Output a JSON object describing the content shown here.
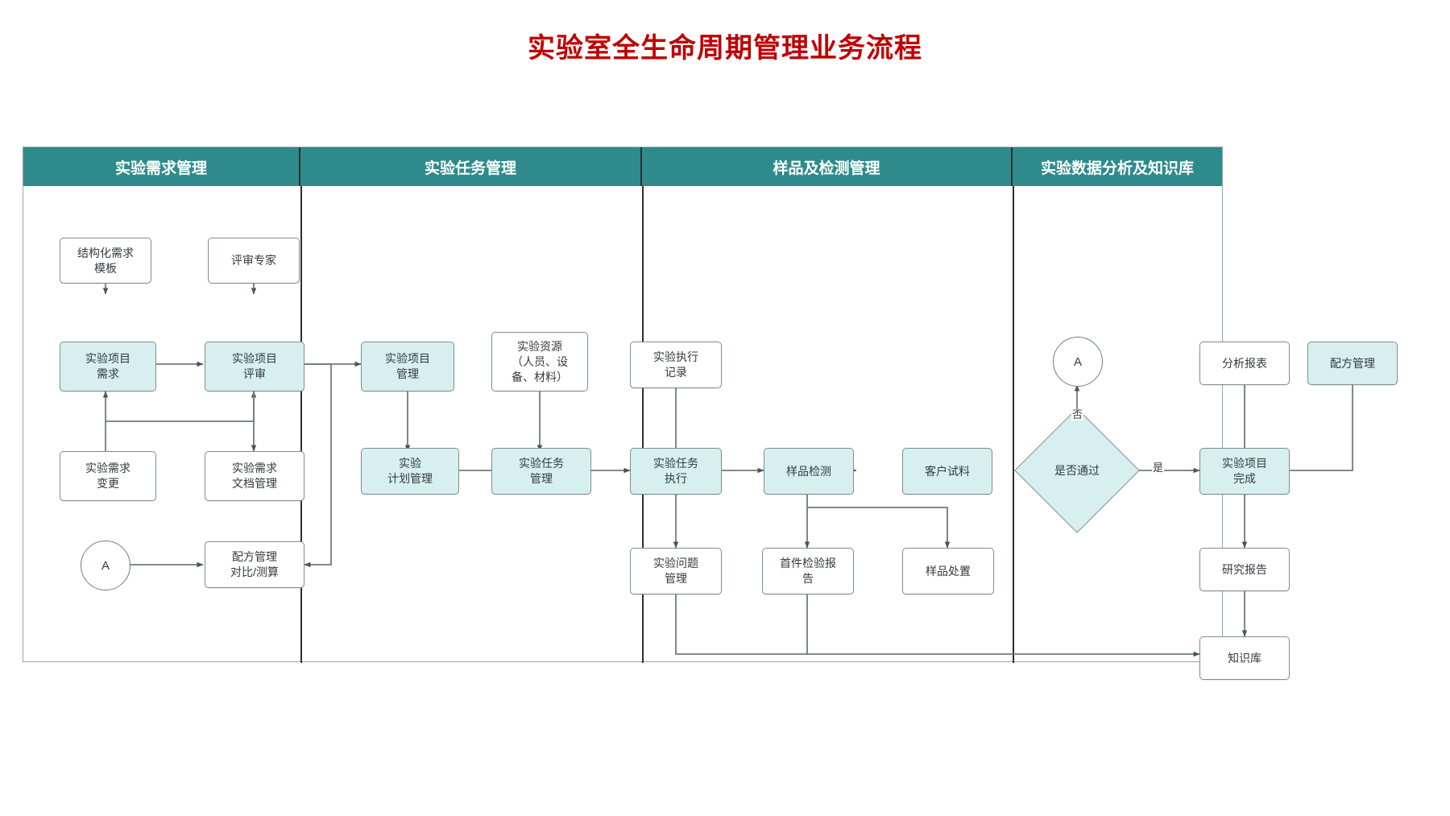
{
  "title": "实验室全生命周期管理业务流程",
  "theme": {
    "header_bg": "#2f8b8b",
    "header_text": "#ffffff",
    "title_color": "#c00000",
    "node_fill_highlight": "#d7f0ef",
    "node_fill_plain": "#ffffff",
    "node_border": "#7f8c93",
    "connector": "#6f7b82"
  },
  "lanes": [
    {
      "id": "lane1",
      "title": "实验需求管理"
    },
    {
      "id": "lane2",
      "title": "实验任务管理"
    },
    {
      "id": "lane3",
      "title": "样品及检测管理"
    },
    {
      "id": "lane4",
      "title": "实验数据分析及知识库"
    }
  ],
  "chart_data": {
    "type": "flowchart",
    "title": "实验室全生命周期管理业务流程",
    "lanes": [
      "实验需求管理",
      "实验任务管理",
      "样品及检测管理",
      "实验数据分析及知识库"
    ],
    "nodes": [
      {
        "id": "n1",
        "lane": "实验需求管理",
        "label": "结构化需求模板",
        "shape": "box",
        "style": "plain"
      },
      {
        "id": "n2",
        "lane": "实验需求管理",
        "label": "评审专家",
        "shape": "box",
        "style": "plain"
      },
      {
        "id": "n3",
        "lane": "实验需求管理",
        "label": "实验项目需求",
        "shape": "box",
        "style": "highlight"
      },
      {
        "id": "n4",
        "lane": "实验需求管理",
        "label": "实验项目评审",
        "shape": "box",
        "style": "highlight"
      },
      {
        "id": "n5",
        "lane": "实验需求管理",
        "label": "实验需求变更",
        "shape": "box",
        "style": "plain"
      },
      {
        "id": "n6",
        "lane": "实验需求管理",
        "label": "实验需求文档管理",
        "shape": "box",
        "style": "plain"
      },
      {
        "id": "n7",
        "lane": "实验需求管理",
        "label": "A",
        "shape": "circle",
        "style": "plain"
      },
      {
        "id": "n8",
        "lane": "实验需求管理",
        "label": "配方管理对比/测算",
        "shape": "box",
        "style": "plain"
      },
      {
        "id": "n9",
        "lane": "实验任务管理",
        "label": "实验项目管理",
        "shape": "box",
        "style": "highlight"
      },
      {
        "id": "n10",
        "lane": "实验任务管理",
        "label": "实验资源（人员、设备、材料）",
        "shape": "box",
        "style": "plain"
      },
      {
        "id": "n11",
        "lane": "实验任务管理",
        "label": "实验执行记录",
        "shape": "box",
        "style": "plain"
      },
      {
        "id": "n12",
        "lane": "实验任务管理",
        "label": "实验计划管理",
        "shape": "box",
        "style": "highlight"
      },
      {
        "id": "n13",
        "lane": "实验任务管理",
        "label": "实验任务管理",
        "shape": "box",
        "style": "highlight"
      },
      {
        "id": "n14",
        "lane": "实验任务管理",
        "label": "实验任务执行",
        "shape": "box",
        "style": "highlight"
      },
      {
        "id": "n15",
        "lane": "实验任务管理",
        "label": "实验问题管理",
        "shape": "box",
        "style": "plain"
      },
      {
        "id": "n16",
        "lane": "样品及检测管理",
        "label": "样品检测",
        "shape": "box",
        "style": "highlight"
      },
      {
        "id": "n17",
        "lane": "样品及检测管理",
        "label": "客户试料",
        "shape": "box",
        "style": "highlight"
      },
      {
        "id": "n18",
        "lane": "样品及检测管理",
        "label": "是否通过",
        "shape": "diamond",
        "style": "highlight"
      },
      {
        "id": "n19",
        "lane": "样品及检测管理",
        "label": "A",
        "shape": "circle",
        "style": "plain"
      },
      {
        "id": "n20",
        "lane": "样品及检测管理",
        "label": "首件检验报告",
        "shape": "box",
        "style": "plain"
      },
      {
        "id": "n21",
        "lane": "样品及检测管理",
        "label": "样品处置",
        "shape": "box",
        "style": "plain"
      },
      {
        "id": "n22",
        "lane": "实验数据分析及知识库",
        "label": "分析报表",
        "shape": "box",
        "style": "plain"
      },
      {
        "id": "n23",
        "lane": "实验数据分析及知识库",
        "label": "配方管理",
        "shape": "box",
        "style": "highlight"
      },
      {
        "id": "n24",
        "lane": "实验数据分析及知识库",
        "label": "实验项目完成",
        "shape": "box",
        "style": "highlight"
      },
      {
        "id": "n25",
        "lane": "实验数据分析及知识库",
        "label": "研究报告",
        "shape": "box",
        "style": "plain"
      },
      {
        "id": "n26",
        "lane": "实验数据分析及知识库",
        "label": "知识库",
        "shape": "box",
        "style": "plain"
      }
    ],
    "edges": [
      {
        "from": "n1",
        "to": "n3",
        "label": ""
      },
      {
        "from": "n2",
        "to": "n4",
        "label": ""
      },
      {
        "from": "n3",
        "to": "n4",
        "label": ""
      },
      {
        "from": "n5",
        "to": "n3",
        "label": ""
      },
      {
        "from": "n5",
        "to": "n4",
        "label": ""
      },
      {
        "from": "n4",
        "to": "n6",
        "label": ""
      },
      {
        "from": "n7",
        "to": "n8",
        "label": ""
      },
      {
        "from": "n4",
        "to": "n8",
        "label": ""
      },
      {
        "from": "n4",
        "to": "n9",
        "label": ""
      },
      {
        "from": "n9",
        "to": "n12",
        "label": ""
      },
      {
        "from": "n12",
        "to": "n13",
        "label": ""
      },
      {
        "from": "n10",
        "to": "n13",
        "label": ""
      },
      {
        "from": "n13",
        "to": "n14",
        "label": ""
      },
      {
        "from": "n14",
        "to": "n11",
        "label": ""
      },
      {
        "from": "n14",
        "to": "n15",
        "label": ""
      },
      {
        "from": "n14",
        "to": "n16",
        "label": ""
      },
      {
        "from": "n16",
        "to": "n17",
        "label": ""
      },
      {
        "from": "n16",
        "to": "n20",
        "label": ""
      },
      {
        "from": "n16",
        "to": "n21",
        "label": ""
      },
      {
        "from": "n17",
        "to": "n18",
        "label": ""
      },
      {
        "from": "n18",
        "to": "n19",
        "label": "否"
      },
      {
        "from": "n18",
        "to": "n24",
        "label": "是"
      },
      {
        "from": "n24",
        "to": "n22",
        "label": ""
      },
      {
        "from": "n24",
        "to": "n25",
        "label": ""
      },
      {
        "from": "n24",
        "to": "n23",
        "label": ""
      },
      {
        "from": "n25",
        "to": "n26",
        "label": ""
      },
      {
        "from": "n15",
        "to": "n26",
        "label": ""
      },
      {
        "from": "n20",
        "to": "n26",
        "label": ""
      }
    ],
    "edge_labels": {
      "no": "否",
      "yes": "是"
    }
  },
  "nodes": {
    "n1": "结构化需求\n模板",
    "n1a": "结构化需求",
    "n1b": "模板",
    "n2": "评审专家",
    "n3a": "实验项目",
    "n3b": "需求",
    "n4a": "实验项目",
    "n4b": "评审",
    "n5a": "实验需求",
    "n5b": "变更",
    "n6a": "实验需求",
    "n6b": "文档管理",
    "n7": "A",
    "n8a": "配方管理",
    "n8b": "对比/测算",
    "n9a": "实验项目",
    "n9b": "管理",
    "n10a": "实验资源",
    "n10b": "（人员、设",
    "n10c": "备、材料）",
    "n11a": "实验执行",
    "n11b": "记录",
    "n12a": "实验",
    "n12b": "计划管理",
    "n13a": "实验任务",
    "n13b": "管理",
    "n14a": "实验任务",
    "n14b": "执行",
    "n15a": "实验问题",
    "n15b": "管理",
    "n16": "样品检测",
    "n17": "客户试料",
    "n18": "是否通过",
    "n19": "A",
    "n20a": "首件检验报",
    "n20b": "告",
    "n21": "样品处置",
    "n22": "分析报表",
    "n23": "配方管理",
    "n24a": "实验项目",
    "n24b": "完成",
    "n25": "研究报告",
    "n26": "知识库"
  },
  "labels": {
    "no": "否",
    "yes": "是"
  }
}
